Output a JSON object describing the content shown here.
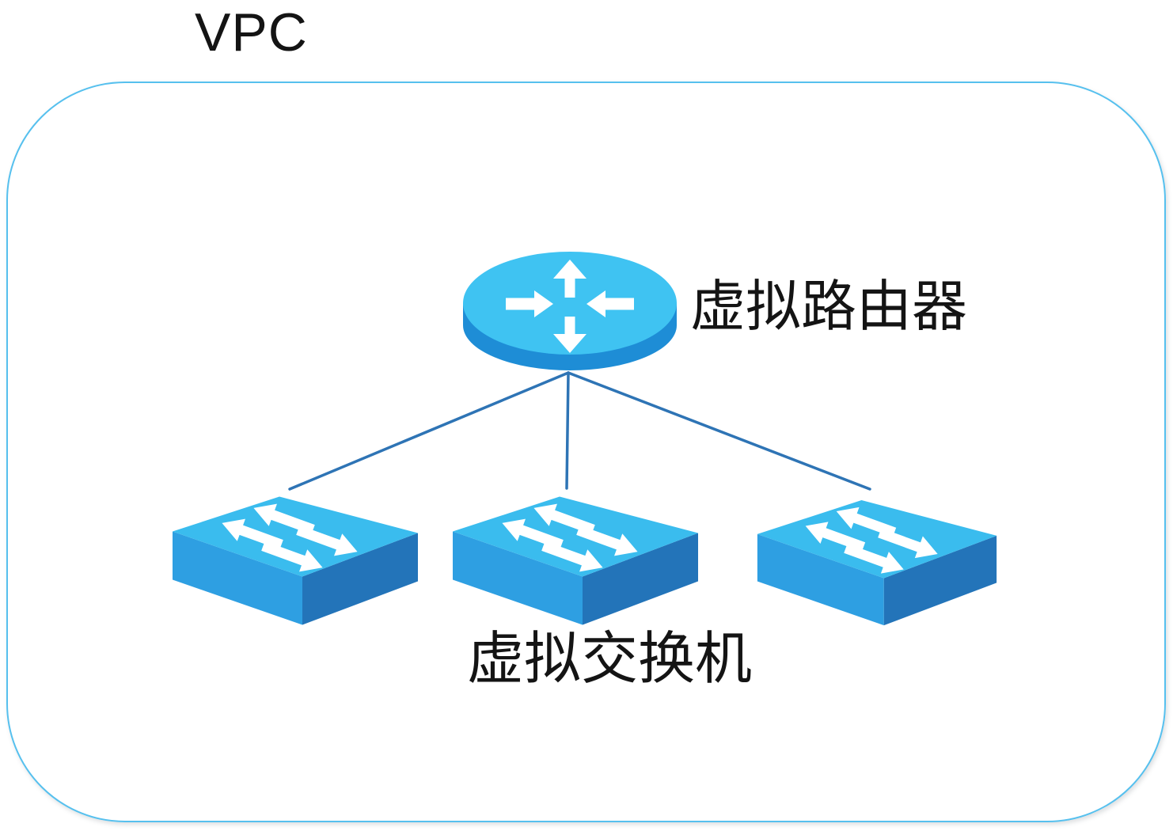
{
  "title": "VPC",
  "nodes": {
    "router": {
      "label": "虚拟路由器",
      "type": "virtual-router"
    },
    "switch": {
      "label": "虚拟交换机",
      "type": "virtual-switch",
      "count": 3
    }
  },
  "colors": {
    "text": "#141414",
    "boundary": "#56C0EE",
    "connector": "#2E74B5",
    "routerTop": "#3FC3F2",
    "routerSide": "#1E8DD6",
    "switchTop": "#3ABCEE",
    "switchLeft": "#2E9FE2",
    "switchRight": "#2374B9",
    "arrow": "#FFFFFF"
  }
}
